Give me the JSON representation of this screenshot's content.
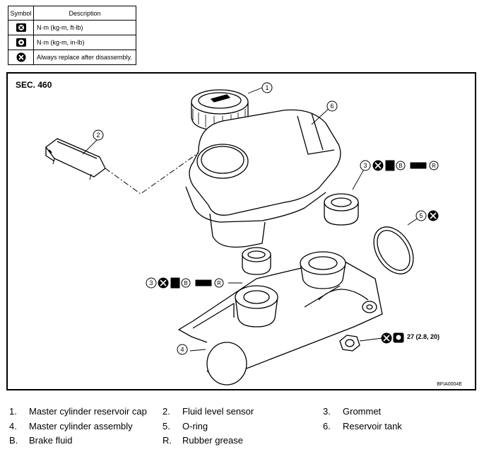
{
  "legend": {
    "header_symbol": "Symbol",
    "header_description": "Description",
    "rows": [
      {
        "icon": "torque-ft-lb-icon",
        "text": "N·m (kg-m, ft-lb)"
      },
      {
        "icon": "torque-in-lb-icon",
        "text": "N·m (kg-m, in-lb)"
      },
      {
        "icon": "always-replace-icon",
        "text": "Always replace after disassembly."
      }
    ]
  },
  "diagram": {
    "section": "SEC. 460",
    "figure_code": "BFIA0004E",
    "torque_spec": "27 (2.8, 20)",
    "callouts": [
      "1",
      "2",
      "3",
      "4",
      "5",
      "6"
    ],
    "grommet_letters": [
      "B",
      "R"
    ]
  },
  "parts": [
    {
      "num": "1.",
      "name": "Master cylinder reservoir cap"
    },
    {
      "num": "2.",
      "name": "Fluid level sensor"
    },
    {
      "num": "3.",
      "name": "Grommet"
    },
    {
      "num": "4.",
      "name": "Master cylinder assembly"
    },
    {
      "num": "5.",
      "name": "O-ring"
    },
    {
      "num": "6.",
      "name": "Reservoir tank"
    },
    {
      "num": "B.",
      "name": "Brake fluid"
    },
    {
      "num": "R.",
      "name": "Rubber grease"
    }
  ],
  "colors": {
    "line": "#000000",
    "background": "#ffffff"
  }
}
